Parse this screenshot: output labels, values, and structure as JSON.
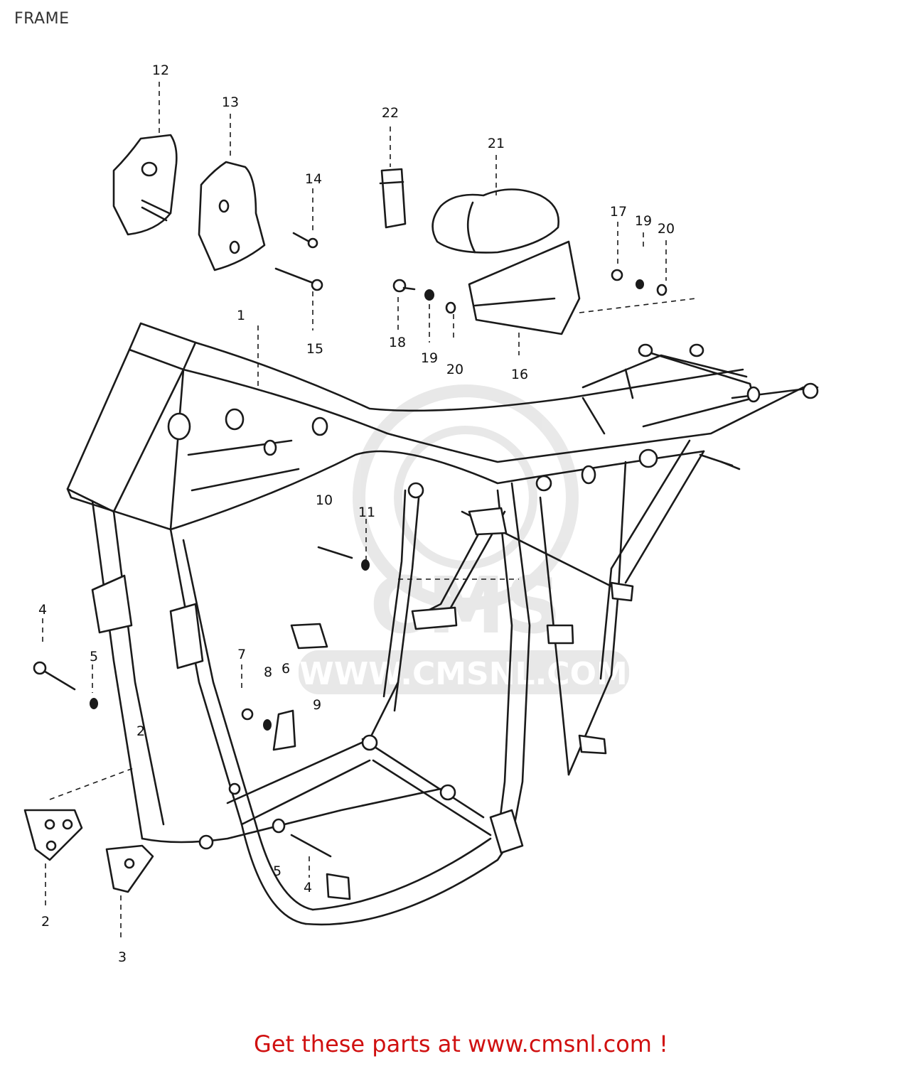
{
  "title": "FRAME",
  "watermark": {
    "brand": "CMS",
    "site": "WWW.CMSNL.COM"
  },
  "part_labels": [
    {
      "id": "1",
      "text": "1"
    },
    {
      "id": "2a",
      "text": "2"
    },
    {
      "id": "2b",
      "text": "2"
    },
    {
      "id": "3",
      "text": "3"
    },
    {
      "id": "4a",
      "text": "4"
    },
    {
      "id": "4b",
      "text": "4"
    },
    {
      "id": "5a",
      "text": "5"
    },
    {
      "id": "5b",
      "text": "5"
    },
    {
      "id": "6",
      "text": "6"
    },
    {
      "id": "7",
      "text": "7"
    },
    {
      "id": "8",
      "text": "8"
    },
    {
      "id": "9",
      "text": "9"
    },
    {
      "id": "10",
      "text": "10"
    },
    {
      "id": "11",
      "text": "11"
    },
    {
      "id": "12",
      "text": "12"
    },
    {
      "id": "13",
      "text": "13"
    },
    {
      "id": "14",
      "text": "14"
    },
    {
      "id": "15",
      "text": "15"
    },
    {
      "id": "16",
      "text": "16"
    },
    {
      "id": "17",
      "text": "17"
    },
    {
      "id": "18",
      "text": "18"
    },
    {
      "id": "19a",
      "text": "19"
    },
    {
      "id": "19b",
      "text": "19"
    },
    {
      "id": "20a",
      "text": "20"
    },
    {
      "id": "20b",
      "text": "20"
    },
    {
      "id": "21",
      "text": "21"
    },
    {
      "id": "22",
      "text": "22"
    }
  ],
  "footer": {
    "link_text": "Get these parts at www.cmsnl.com !",
    "color": "#d01010"
  }
}
